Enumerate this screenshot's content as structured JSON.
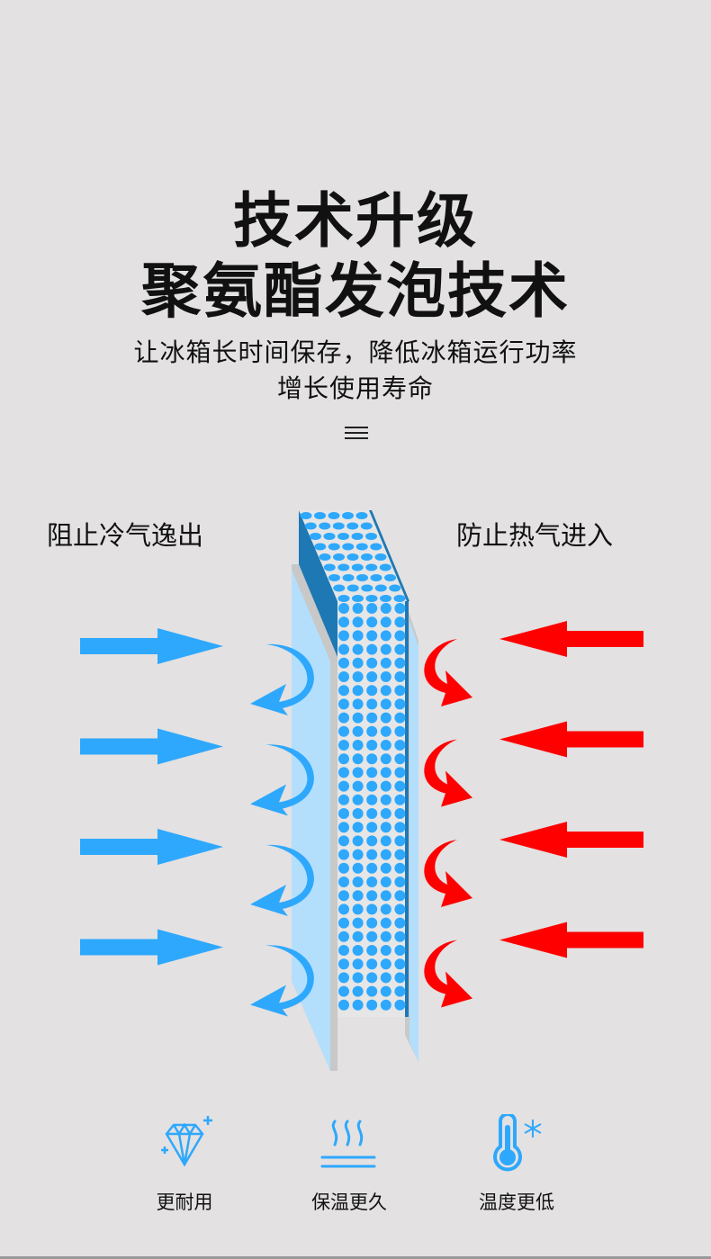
{
  "header": {
    "title_line1": "技术升级",
    "title_line2": "聚氨酯发泡技术",
    "subtitle_line1": "让冰箱长时间保存，降低冰箱运行功率",
    "subtitle_line2": "增长使用寿命"
  },
  "diagram": {
    "left_label": "阻止冷气逸出",
    "right_label": "防止热气进入",
    "cold_color": "#2ea8fc",
    "hot_color": "#fe0000",
    "arrow_rows": 4
  },
  "features": [
    {
      "icon": "diamond-icon",
      "label": "更耐用"
    },
    {
      "icon": "heat-icon",
      "label": "保温更久"
    },
    {
      "icon": "thermometer-snow-icon",
      "label": "温度更低"
    }
  ]
}
